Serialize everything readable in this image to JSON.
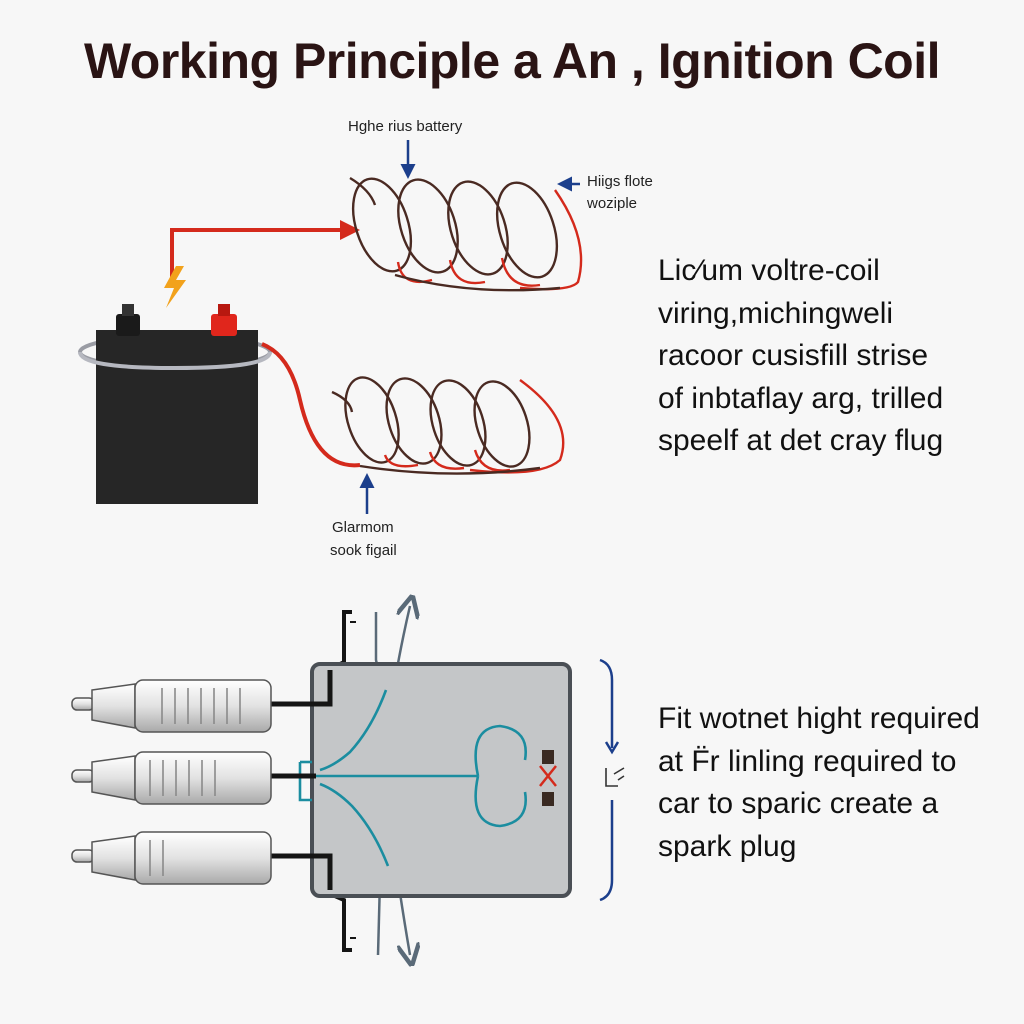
{
  "title": "Working Principle a An , Ignition Coil",
  "labels": {
    "top_coil": "Hghe rius battery",
    "right_coil": [
      "Hiigs flote",
      "woziple"
    ],
    "bottom_coil": [
      "Glarmom",
      "sook figail"
    ]
  },
  "paragraphs": {
    "upper": [
      "Lic⁄um voltre-coil",
      "viring,michingweli",
      "racoor cusisfill strise",
      "of inbtaflay arg, trilled",
      "speelf at det cray flug"
    ],
    "lower": [
      "Fit wotnet hight required",
      "at F̈r linling required to",
      "car to sparic create a",
      "spark plug"
    ]
  },
  "colors": {
    "wire_red": "#d42a1c",
    "coil_brown": "#4a2a22",
    "arrow_blue": "#1c3f8c",
    "teal": "#1b8da0",
    "battery": "#262626",
    "box_fill": "#c4c6c8"
  }
}
